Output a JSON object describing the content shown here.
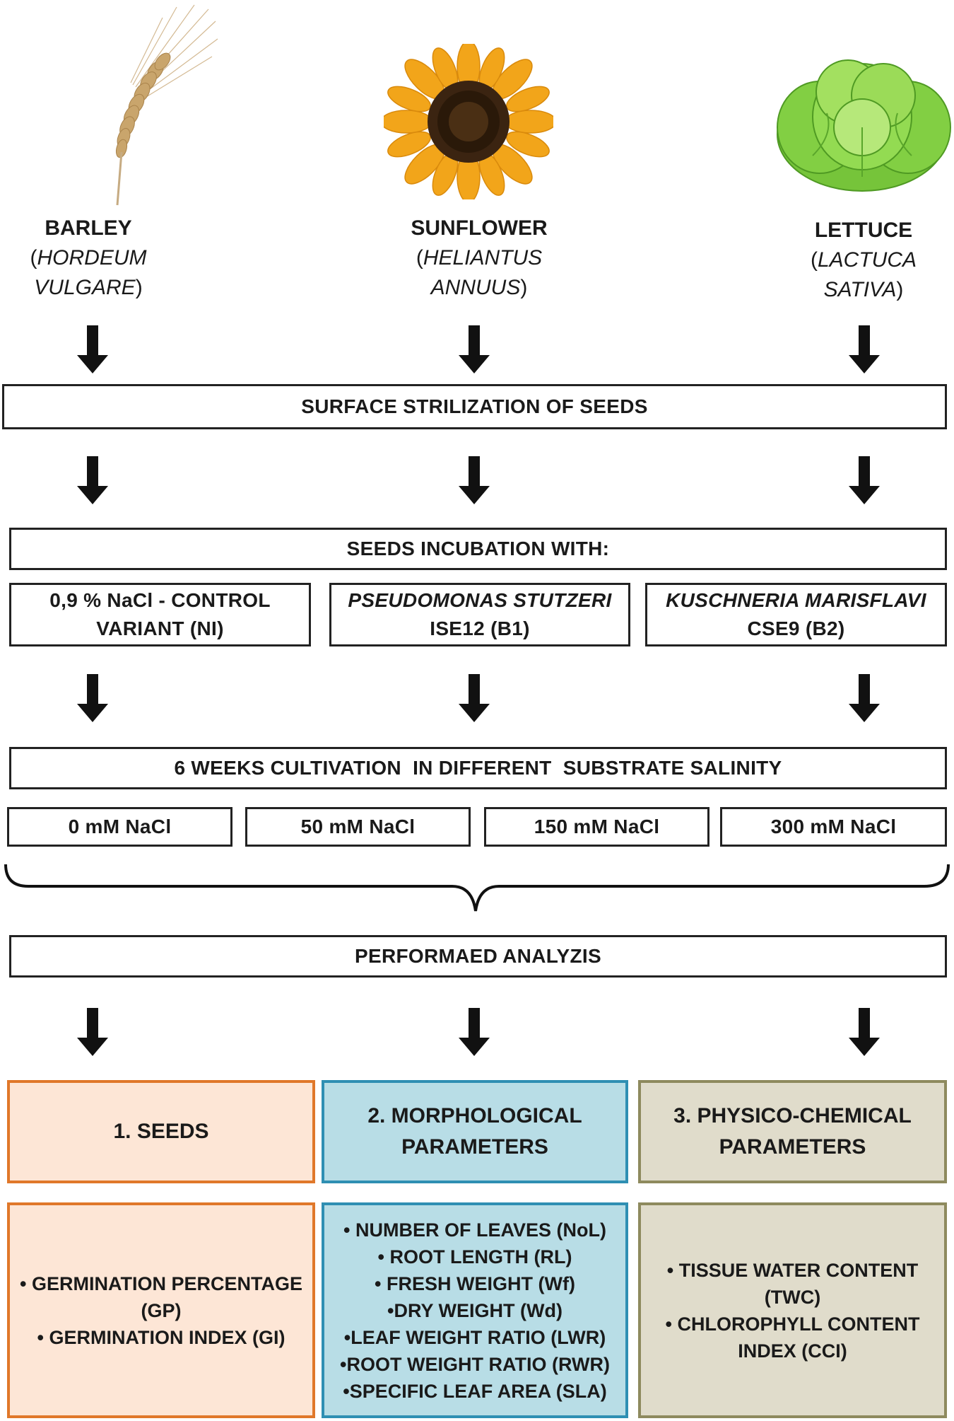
{
  "colors": {
    "seeds_bg": "#fde6d6",
    "seeds_border": "#e0782a",
    "morph_bg": "#b8dde6",
    "morph_border": "#2f8fb3",
    "phys_bg": "#e0dccb",
    "phys_border": "#8e8a5e",
    "arrow": "#111111"
  },
  "plants": [
    {
      "common": "BARLEY",
      "latin_line1": "HORDEUM",
      "latin_line2": "VULGARE",
      "icon": "barley-ear-icon"
    },
    {
      "common": "SUNFLOWER",
      "latin_line1": "HELIANTUS",
      "latin_line2": "ANNUUS",
      "icon": "sunflower-icon"
    },
    {
      "common": "LETTUCE",
      "latin_line1": "LACTUCA",
      "latin_line2": "SATIVA",
      "icon": "lettuce-icon"
    }
  ],
  "steps": {
    "sterilization": "SURFACE STRILIZATION OF SEEDS",
    "incubation": "SEEDS INCUBATION WITH:",
    "variants": [
      {
        "line1": "0,9 % NaCl - CONTROL",
        "line2": "VARIANT  (NI)"
      },
      {
        "line1": "PSEUDOMONAS STUTZERI",
        "line2": "ISE12 (B1)"
      },
      {
        "line1": "KUSCHNERIA MARISFLAVI",
        "line2": "CSE9 (B2)"
      }
    ],
    "cultivation": "6 WEEKS CULTIVATION  IN DIFFERENT  SUBSTRATE SALINITY",
    "salinity": [
      "0 mM NaCl",
      "50 mM NaCl",
      "150 mM NaCl",
      "300 mM NaCl"
    ],
    "analysis": "PERFORMAED ANALYZIS"
  },
  "categories": [
    {
      "line1": "1. SEEDS",
      "line2": ""
    },
    {
      "line1": "2. MORPHOLOGICAL",
      "line2": "PARAMETERS"
    },
    {
      "line1": "3. PHYSICO-CHEMICAL",
      "line2": "PARAMETERS"
    }
  ],
  "parameters": {
    "seeds": [
      "• GERMINATION PERCENTAGE",
      "(GP)",
      "• GERMINATION INDEX (GI)"
    ],
    "morphological": [
      "• NUMBER OF LEAVES (NoL)",
      "• ROOT LENGTH (RL)",
      "• FRESH WEIGHT (Wf)",
      "•DRY WEIGHT (Wd)",
      "•LEAF WEIGHT RATIO (LWR)",
      "•ROOT WEIGHT RATIO (RWR)",
      "•SPECIFIC LEAF AREA (SLA)"
    ],
    "physico_chemical": [
      "• TISSUE WATER CONTENT",
      "(TWC)",
      "• CHLOROPHYLL CONTENT",
      "INDEX (CCI)"
    ]
  }
}
